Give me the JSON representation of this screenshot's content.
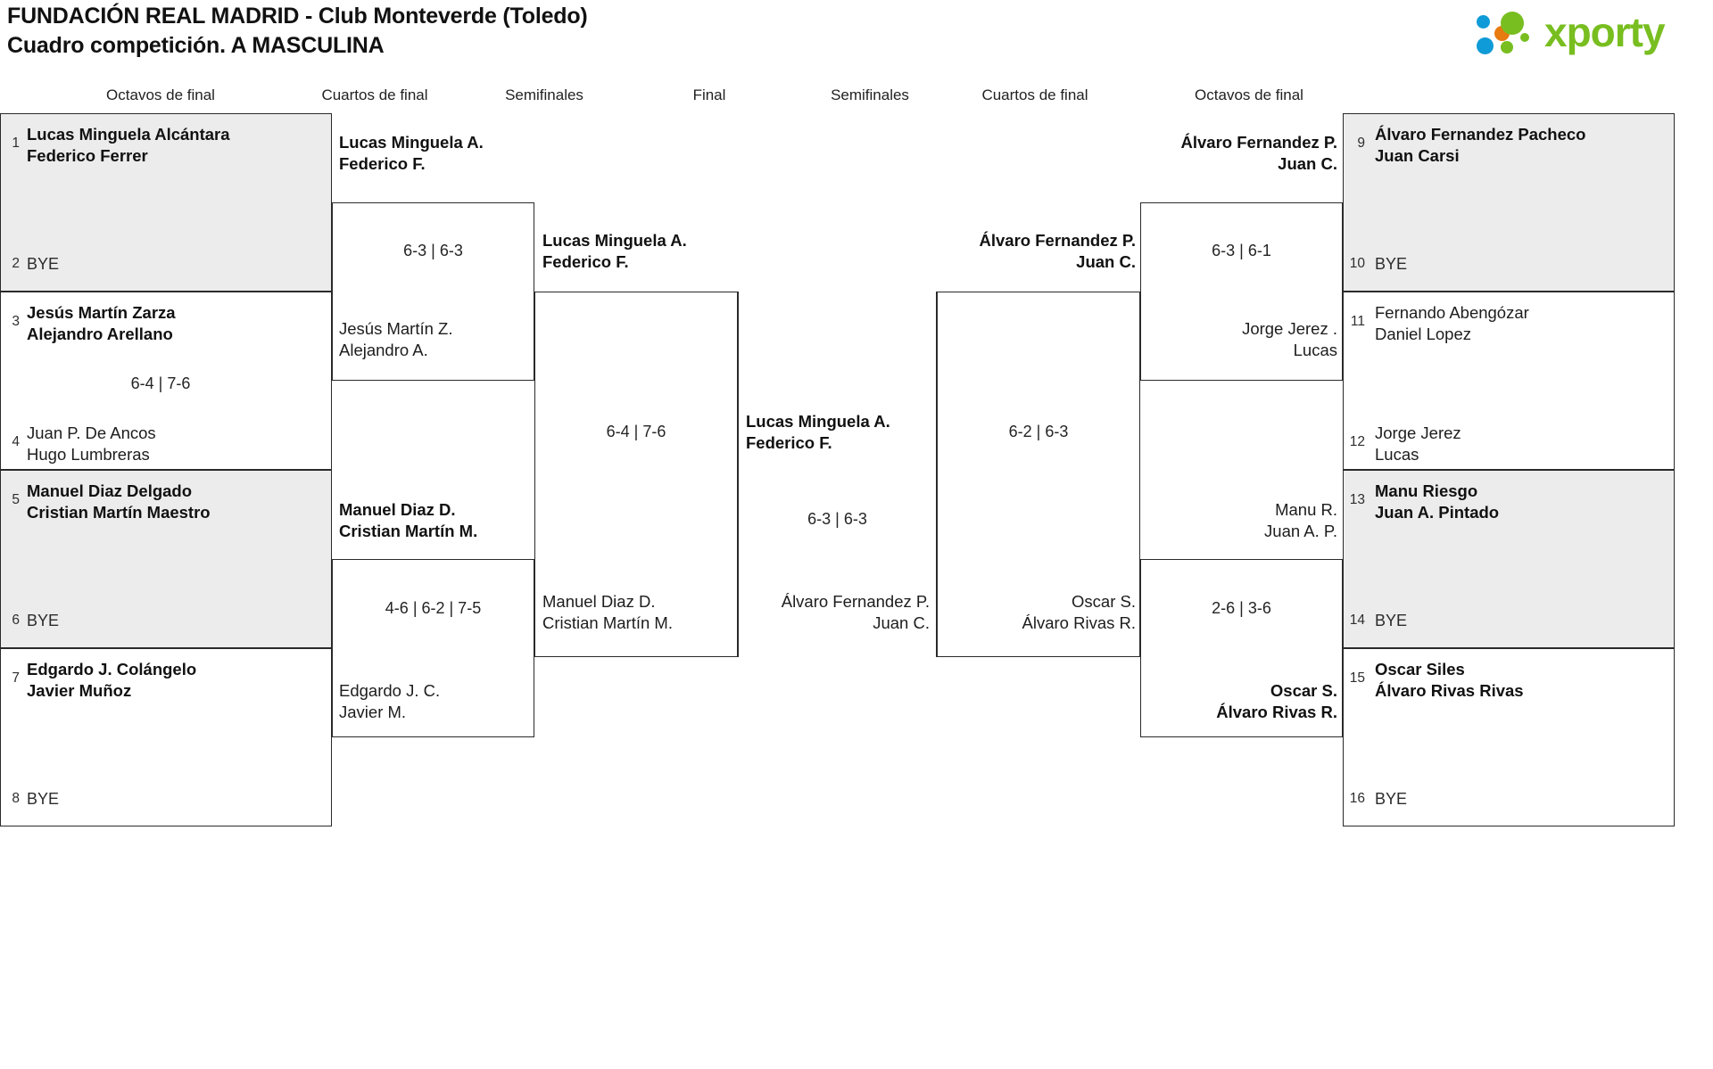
{
  "header": {
    "title_line1": "FUNDACIÓN REAL MADRID - Club Monteverde (Toledo)",
    "title_line2": "Cuadro competición. A MASCULINA",
    "logo_text": "xporty",
    "logo_colors": {
      "green": "#78be20",
      "blue": "#0f9bd7",
      "orange": "#e87b10"
    }
  },
  "round_headings": {
    "left_r16": "Octavos de final",
    "left_qf": "Cuartos de final",
    "left_sf": "Semifinales",
    "final": "Final",
    "right_sf": "Semifinales",
    "right_qf": "Cuartos de final",
    "right_r16": "Octavos de final"
  },
  "left_r16": [
    {
      "seed": "1",
      "p1": "Lucas Minguela Alcántara",
      "p2": "Federico Ferrer",
      "winner": true,
      "bye": false
    },
    {
      "seed": "2",
      "p1": "BYE",
      "p2": "",
      "winner": false,
      "bye": true
    },
    {
      "seed": "3",
      "p1": "Jesús Martín Zarza",
      "p2": "Alejandro Arellano",
      "winner": true,
      "bye": false
    },
    {
      "seed": "4",
      "p1": "Juan P. De Ancos",
      "p2": "Hugo Lumbreras",
      "winner": false,
      "bye": false
    },
    {
      "seed": "5",
      "p1": "Manuel Diaz Delgado",
      "p2": "Cristian Martín Maestro",
      "winner": true,
      "bye": false
    },
    {
      "seed": "6",
      "p1": "BYE",
      "p2": "",
      "winner": false,
      "bye": true
    },
    {
      "seed": "7",
      "p1": "Edgardo J. Colángelo",
      "p2": "Javier Muñoz",
      "winner": true,
      "bye": false
    },
    {
      "seed": "8",
      "p1": "BYE",
      "p2": "",
      "winner": false,
      "bye": true
    }
  ],
  "right_r16": [
    {
      "seed": "9",
      "p1": "Álvaro Fernandez Pacheco",
      "p2": "Juan Carsi",
      "winner": true,
      "bye": false
    },
    {
      "seed": "10",
      "p1": "BYE",
      "p2": "",
      "winner": false,
      "bye": true
    },
    {
      "seed": "11",
      "p1": "Fernando Abengózar",
      "p2": "Daniel Lopez",
      "winner": false,
      "bye": false
    },
    {
      "seed": "12",
      "p1": "Jorge Jerez",
      "p2": "Lucas",
      "winner": false,
      "bye": false
    },
    {
      "seed": "13",
      "p1": "Manu Riesgo",
      "p2": "Juan A. Pintado",
      "winner": true,
      "bye": false
    },
    {
      "seed": "14",
      "p1": "BYE",
      "p2": "",
      "winner": false,
      "bye": true
    },
    {
      "seed": "15",
      "p1": "Oscar Siles",
      "p2": "Álvaro Rivas Rivas",
      "winner": true,
      "bye": false
    },
    {
      "seed": "16",
      "p1": "BYE",
      "p2": "",
      "winner": false,
      "bye": true
    }
  ],
  "left_qf": {
    "top": {
      "p1": "Lucas Minguela A.",
      "p2": "Federico F.",
      "winner": true,
      "score": "6-3 | 6-3"
    },
    "bottom": {
      "p1": "Jesús Martín Z.",
      "p2": "Alejandro A.",
      "winner": false
    },
    "top2": {
      "p1": "Manuel Diaz D.",
      "p2": "Cristian Martín M.",
      "winner": true,
      "score": "4-6 | 6-2 | 7-5"
    },
    "bottom2": {
      "p1": "Edgardo J. C.",
      "p2": "Javier M.",
      "winner": false
    }
  },
  "left_sf": {
    "top": {
      "p1": "Lucas Minguela A.",
      "p2": "Federico F.",
      "winner": true,
      "score": "6-4 | 7-6"
    },
    "bottom": {
      "p1": "Manuel Diaz D.",
      "p2": "Cristian Martín M.",
      "winner": false
    }
  },
  "final": {
    "top": {
      "p1": "Lucas Minguela A.",
      "p2": "Federico F.",
      "winner": true,
      "score": "6-3 | 6-3"
    },
    "bottom": {
      "p1": "Álvaro Fernandez P.",
      "p2": "Juan C.",
      "winner": false
    }
  },
  "right_sf": {
    "top": {
      "p1": "Álvaro Fernandez P.",
      "p2": "Juan C.",
      "winner": true,
      "score": "6-2 | 6-3"
    },
    "bottom": {
      "p1": "Oscar S.",
      "p2": "Álvaro Rivas R.",
      "winner": false
    }
  },
  "right_qf": {
    "top": {
      "p1": "Álvaro Fernandez P.",
      "p2": "Juan C.",
      "winner": true,
      "score": "6-3 | 6-1"
    },
    "bottom": {
      "p1": "Jorge Jerez .",
      "p2": "Lucas",
      "winner": false
    },
    "top2": {
      "p1": "Manu R.",
      "p2": "Juan A. P.",
      "winner": false,
      "score": "2-6 | 3-6"
    },
    "bottom2": {
      "p1": "Oscar S.",
      "p2": "Álvaro Rivas R.",
      "winner": true
    }
  }
}
